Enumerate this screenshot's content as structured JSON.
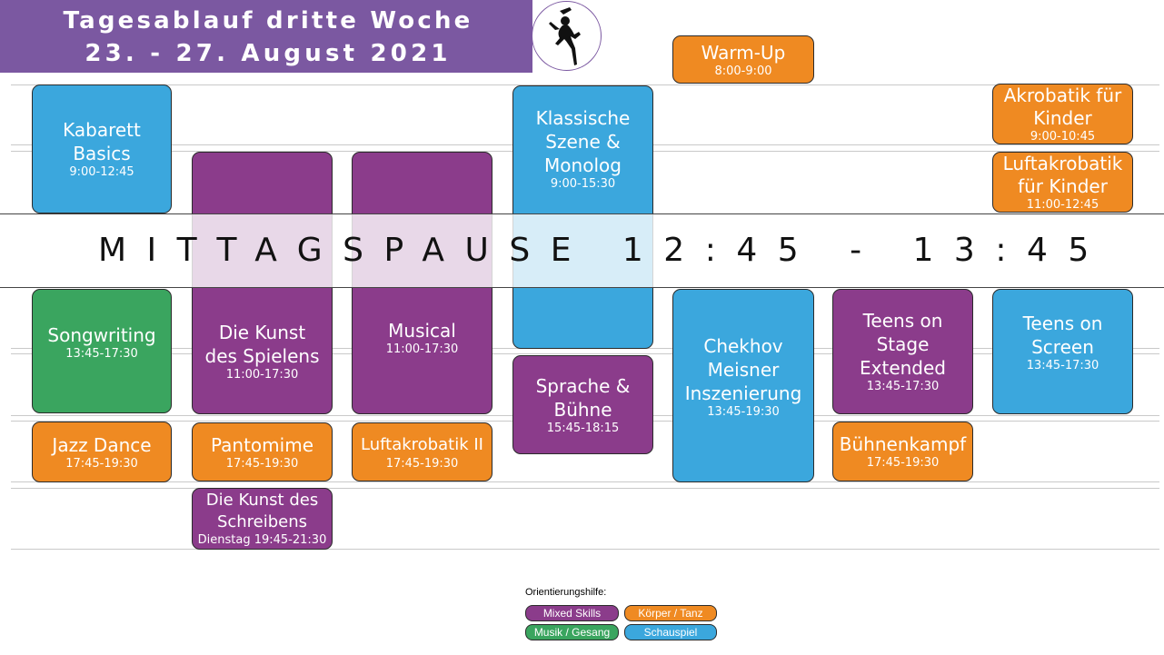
{
  "header": {
    "title_line1": "Tagesablauf dritte Woche",
    "title_line2": "23. - 27. August 2021",
    "logo_icon": "dancer-silhouette-icon"
  },
  "colors": {
    "mixed_skills": "#8b3c8b",
    "koerper_tanz": "#ef8a22",
    "musik_gesang": "#3aa55f",
    "schauspiel": "#3ba7dd",
    "header": "#7b58a1"
  },
  "pause": {
    "label": "MITTAGSPAUSE 12:45 - 13:45"
  },
  "sessions": {
    "kabarett": {
      "name": "Kabarett Basics",
      "time": "9:00-12:45"
    },
    "klassische": {
      "name": "Klassische Szene & Monolog",
      "time": "9:00-15:30"
    },
    "warmup": {
      "name": "Warm-Up",
      "time": "8:00-9:00"
    },
    "akrobatik_kinder": {
      "name": "Akrobatik für Kinder",
      "time": "9:00-10:45"
    },
    "luftakrobatik_kinder": {
      "name": "Luftakrobatik für Kinder",
      "time": "11:00-12:45"
    },
    "songwriting": {
      "name": "Songwriting",
      "time": "13:45-17:30"
    },
    "kunst_spielens": {
      "name": "Die Kunst des Spielens",
      "time": "11:00-17:30"
    },
    "musical": {
      "name": "Musical",
      "time": "11:00-17:30"
    },
    "sprache": {
      "name": "Sprache & Bühne",
      "time": "15:45-18:15"
    },
    "chekhov": {
      "name": "Chekhov Meisner Inszenierung",
      "time": "13:45-19:30"
    },
    "teens_stage": {
      "name": "Teens on Stage Extended",
      "time": "13:45-17:30"
    },
    "teens_screen": {
      "name": "Teens on Screen",
      "time": "13:45-17:30"
    },
    "jazz": {
      "name": "Jazz Dance",
      "time": "17:45-19:30"
    },
    "pantomime": {
      "name": "Pantomime",
      "time": "17:45-19:30"
    },
    "luftakrobatik2": {
      "name": "Luftakrobatik II",
      "time": "17:45-19:30"
    },
    "buehnenkampf": {
      "name": "Bühnenkampf",
      "time": "17:45-19:30"
    },
    "kunst_schreibens": {
      "name": "Die Kunst des Schreibens",
      "time": "Dienstag 19:45-21:30"
    }
  },
  "legend": {
    "title": "Orientierungshilfe:",
    "mixed_skills": "Mixed Skills",
    "koerper_tanz": "Körper / Tanz",
    "musik_gesang": "Musik / Gesang",
    "schauspiel": "Schauspiel"
  }
}
